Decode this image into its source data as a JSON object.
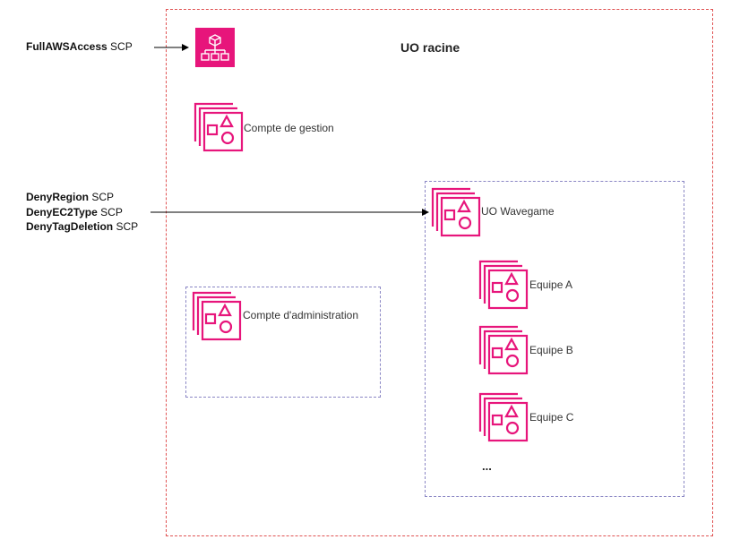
{
  "colors": {
    "icon_pink": "#e7157b",
    "org_icon_red": "#e7157b",
    "root_border": "#e05252",
    "ou_border": "#8a86c4"
  },
  "root": {
    "title": "UO racine",
    "scp": {
      "name": "FullAWSAccess",
      "suffix": "SCP"
    }
  },
  "nodes": {
    "management": {
      "label": "Compte de gestion",
      "icon": "account-icon"
    },
    "admin": {
      "label": "Compte d'administration",
      "icon": "account-icon"
    },
    "wavegame": {
      "label": "UO Wavegame",
      "icon": "account-icon"
    },
    "team_a": {
      "label": "Equipe A",
      "icon": "account-icon"
    },
    "team_b": {
      "label": "Equipe B",
      "icon": "account-icon"
    },
    "team_c": {
      "label": "Equipe C",
      "icon": "account-icon"
    },
    "more": {
      "label": "..."
    }
  },
  "wavegame_scps": [
    {
      "name": "DenyRegion",
      "suffix": "SCP"
    },
    {
      "name": "DenyEC2Type",
      "suffix": "SCP"
    },
    {
      "name": "DenyTagDeletion",
      "suffix": "SCP"
    }
  ]
}
